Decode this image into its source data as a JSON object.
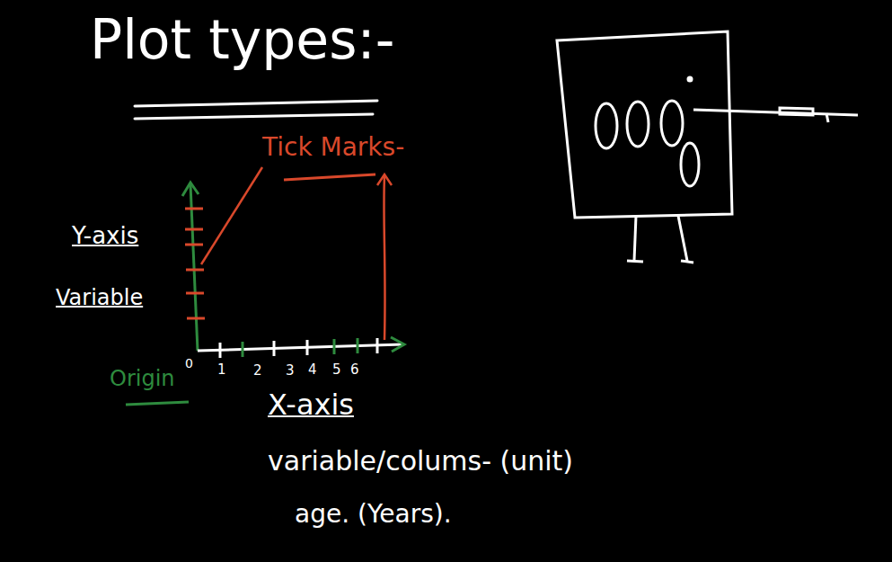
{
  "diagram": {
    "title": "Plot types:-",
    "labels": [
      "Tick Marks-",
      "Y-axis",
      "Variable",
      "Origin",
      "0",
      "1",
      "2",
      "3",
      "4",
      "5",
      "6",
      "X-axis",
      "variable/colums- (unit)",
      "age. (Years)."
    ]
  }
}
